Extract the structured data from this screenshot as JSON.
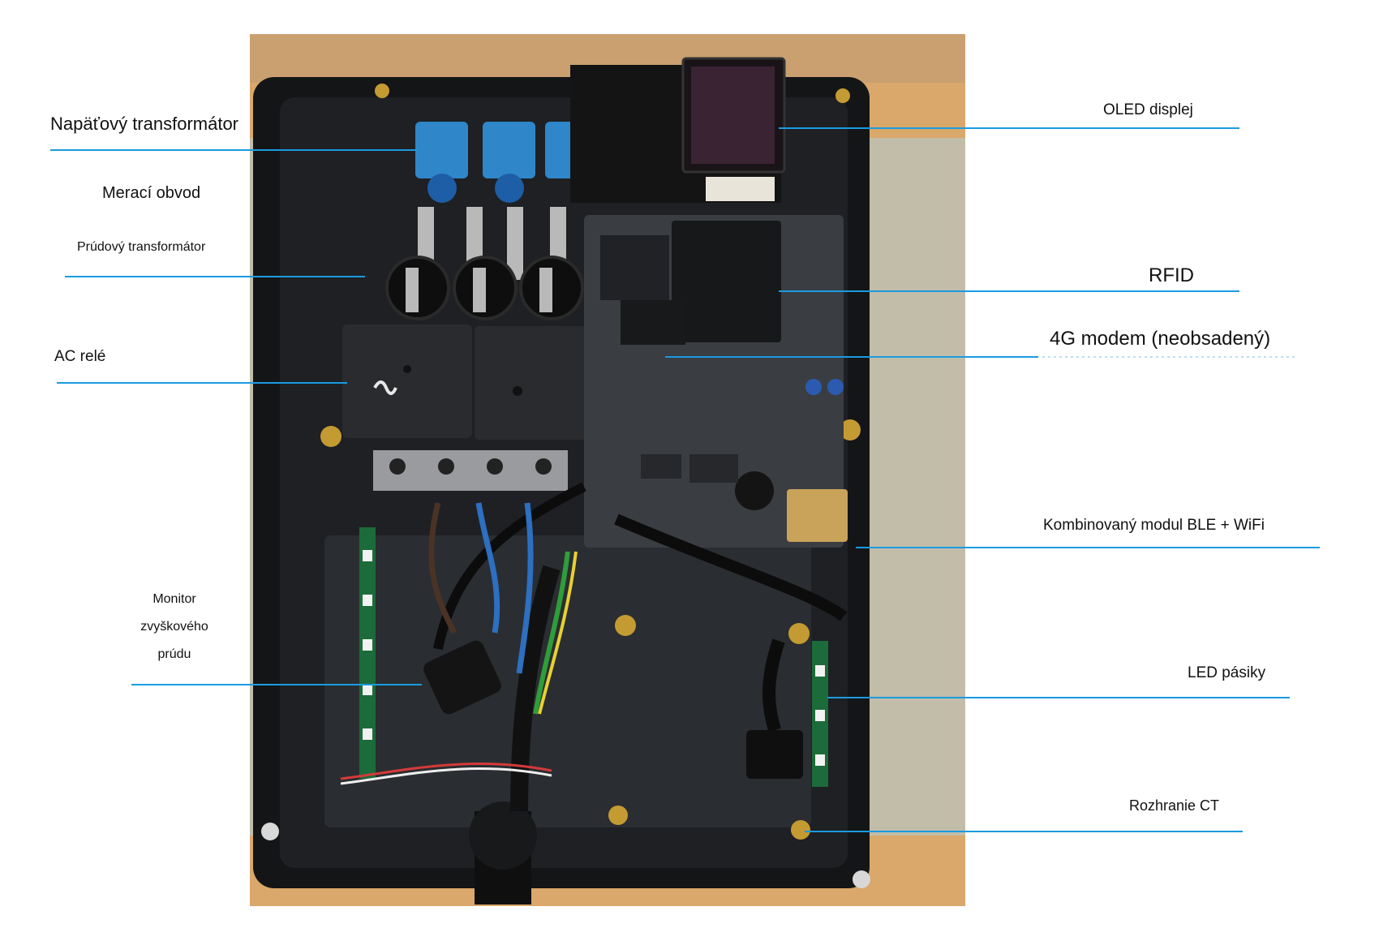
{
  "colors": {
    "leader_line": "#1a9be0",
    "wood": "#d9a86a",
    "enclosure": "#141517",
    "pcb": "#3a3d42",
    "relay_blue": "#2f86c8"
  },
  "labels": {
    "napatovy_transformator": "Napäťový transformátor",
    "meraci_obvod": "Merací obvod",
    "prudovy_transformator": "Prúdový transformátor",
    "ac_rele": "AC relé",
    "monitor_line1": "Monitor",
    "monitor_line2": "zvyškového",
    "monitor_line3": "prúdu",
    "oled_displej": "OLED displej",
    "rfid": "RFID",
    "modem_4g": "4G modem (neobsadený)",
    "ble_wifi": "Kombinovaný modul BLE + WiFi",
    "led_pasiky": "LED pásiky",
    "rozhranie_ct": "Rozhranie CT"
  },
  "photo": {
    "description_icon": "wallbox-charger-internals-photo"
  }
}
